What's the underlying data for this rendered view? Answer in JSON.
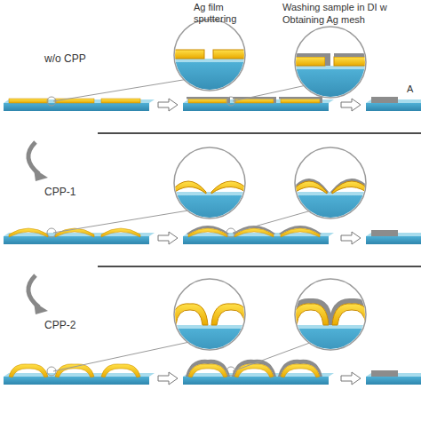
{
  "diagram": {
    "labels": [
      "Ag film sputtering",
      "Washing sample in DI w",
      "Obtaining Ag mesh",
      "w/o CPP",
      "CPP-1",
      "CPP-2",
      "A"
    ]
  }
}
